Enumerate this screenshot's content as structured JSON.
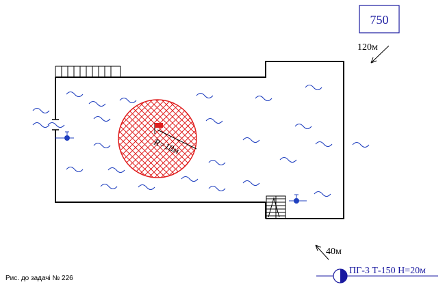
{
  "task_number_label": "750",
  "compass_distance_top": "120м",
  "compass_distance_bottom": "40м",
  "fire_radius_label": "R=18м",
  "hydrant_label": "ПГ-3 Т-150 Н=20м",
  "caption": "Рис. до задачі № 226",
  "colors": {
    "wall": "#000000",
    "water": "#1f3fbf",
    "fire": "#e02020",
    "label": "#1a1aa0"
  },
  "icons": [
    "fire-zone-hatch",
    "flag-icon",
    "water-wave-icon",
    "hydrant-symbol-icon",
    "valve-icon",
    "stairs-icon",
    "fence-icon",
    "north-arrow-icon"
  ]
}
